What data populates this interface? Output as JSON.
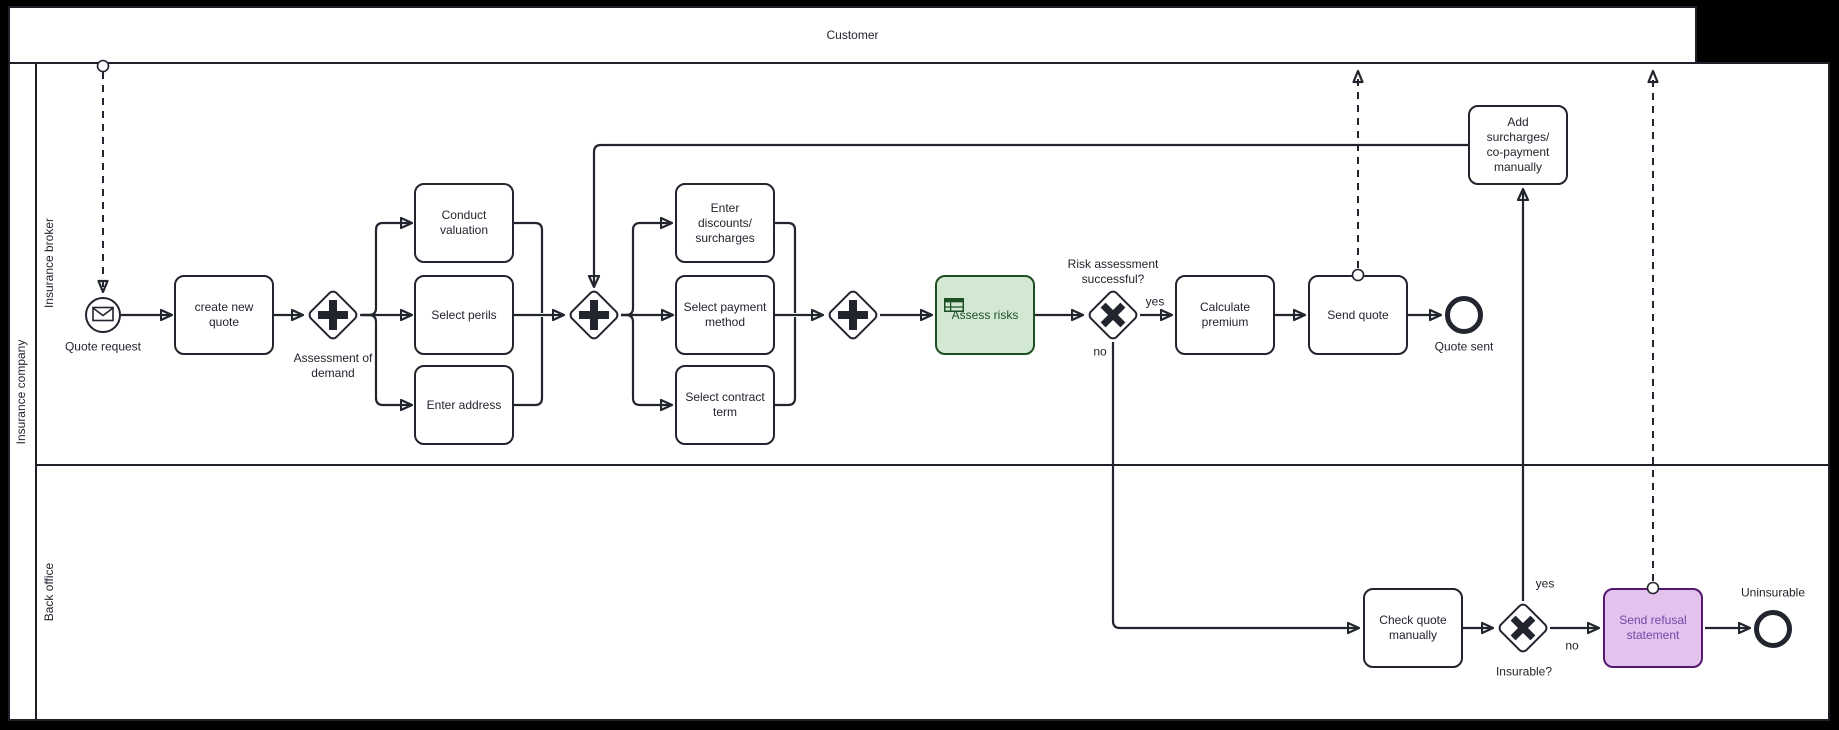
{
  "canvas": {
    "background": "#000000",
    "paper": "#ffffff",
    "ink": "#22242e"
  },
  "pools": {
    "customer": {
      "label": "Customer"
    },
    "company": {
      "label": "Insurance company",
      "lanes": [
        {
          "label": "Insurance broker"
        },
        {
          "label": "Back office"
        }
      ]
    }
  },
  "events": {
    "quote_request": {
      "label": "Quote request",
      "type": "message-start"
    },
    "quote_sent": {
      "label": "Quote sent",
      "type": "end"
    },
    "uninsurable": {
      "label": "Uninsurable",
      "type": "end"
    }
  },
  "tasks": {
    "create_new_quote": {
      "label": "create new\nquote"
    },
    "conduct_valuation": {
      "label": "Conduct\nvaluation"
    },
    "select_perils": {
      "label": "Select perils"
    },
    "enter_address": {
      "label": "Enter address"
    },
    "enter_discounts": {
      "label": "Enter\ndiscounts/\nsurcharges"
    },
    "select_payment_method": {
      "label": "Select payment\nmethod"
    },
    "select_contract_term": {
      "label": "Select contract\nterm"
    },
    "assess_risks": {
      "label": "Assess risks",
      "type": "business-rule",
      "fill": "#d3e8d2",
      "stroke": "#1d4e24"
    },
    "calculate_premium": {
      "label": "Calculate\npremium"
    },
    "send_quote": {
      "label": "Send quote"
    },
    "add_surcharges": {
      "label": "Add\nsurcharges/\nco-payment\nmanually"
    },
    "check_quote_manually": {
      "label": "Check quote\nmanually"
    },
    "send_refusal": {
      "label": "Send refusal\nstatement",
      "fill": "#e3c3ee",
      "stroke": "#54186e",
      "text": "#7647a8"
    }
  },
  "gateways": {
    "assessment_of_demand": {
      "label": "Assessment of\ndemand",
      "type": "parallel"
    },
    "join_after_valuation": {
      "type": "parallel"
    },
    "join_after_payment": {
      "type": "parallel"
    },
    "risk_ok": {
      "label": "Risk assessment\nsuccessful?",
      "type": "exclusive"
    },
    "insurable": {
      "label": "Insurable?",
      "type": "exclusive"
    }
  },
  "edge_labels": {
    "risk_yes": "yes",
    "risk_no": "no",
    "insurable_yes": "yes",
    "insurable_no": "no"
  }
}
